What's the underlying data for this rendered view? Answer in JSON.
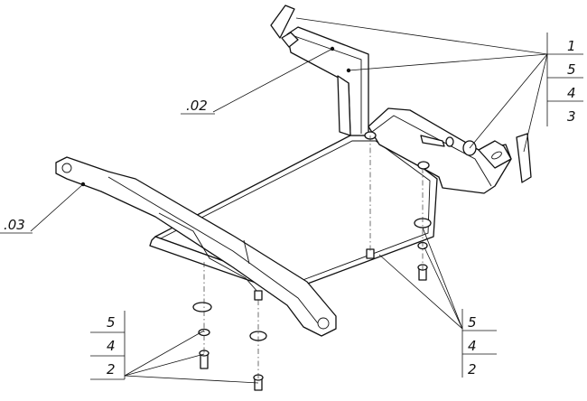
{
  "labels": {
    "part_02": ".02",
    "part_03": ".03",
    "stack_top_right": [
      "1",
      "5",
      "4",
      "3"
    ],
    "stack_bottom_left": [
      "5",
      "4",
      "2"
    ],
    "stack_bottom_right": [
      "5",
      "4",
      "2"
    ]
  }
}
